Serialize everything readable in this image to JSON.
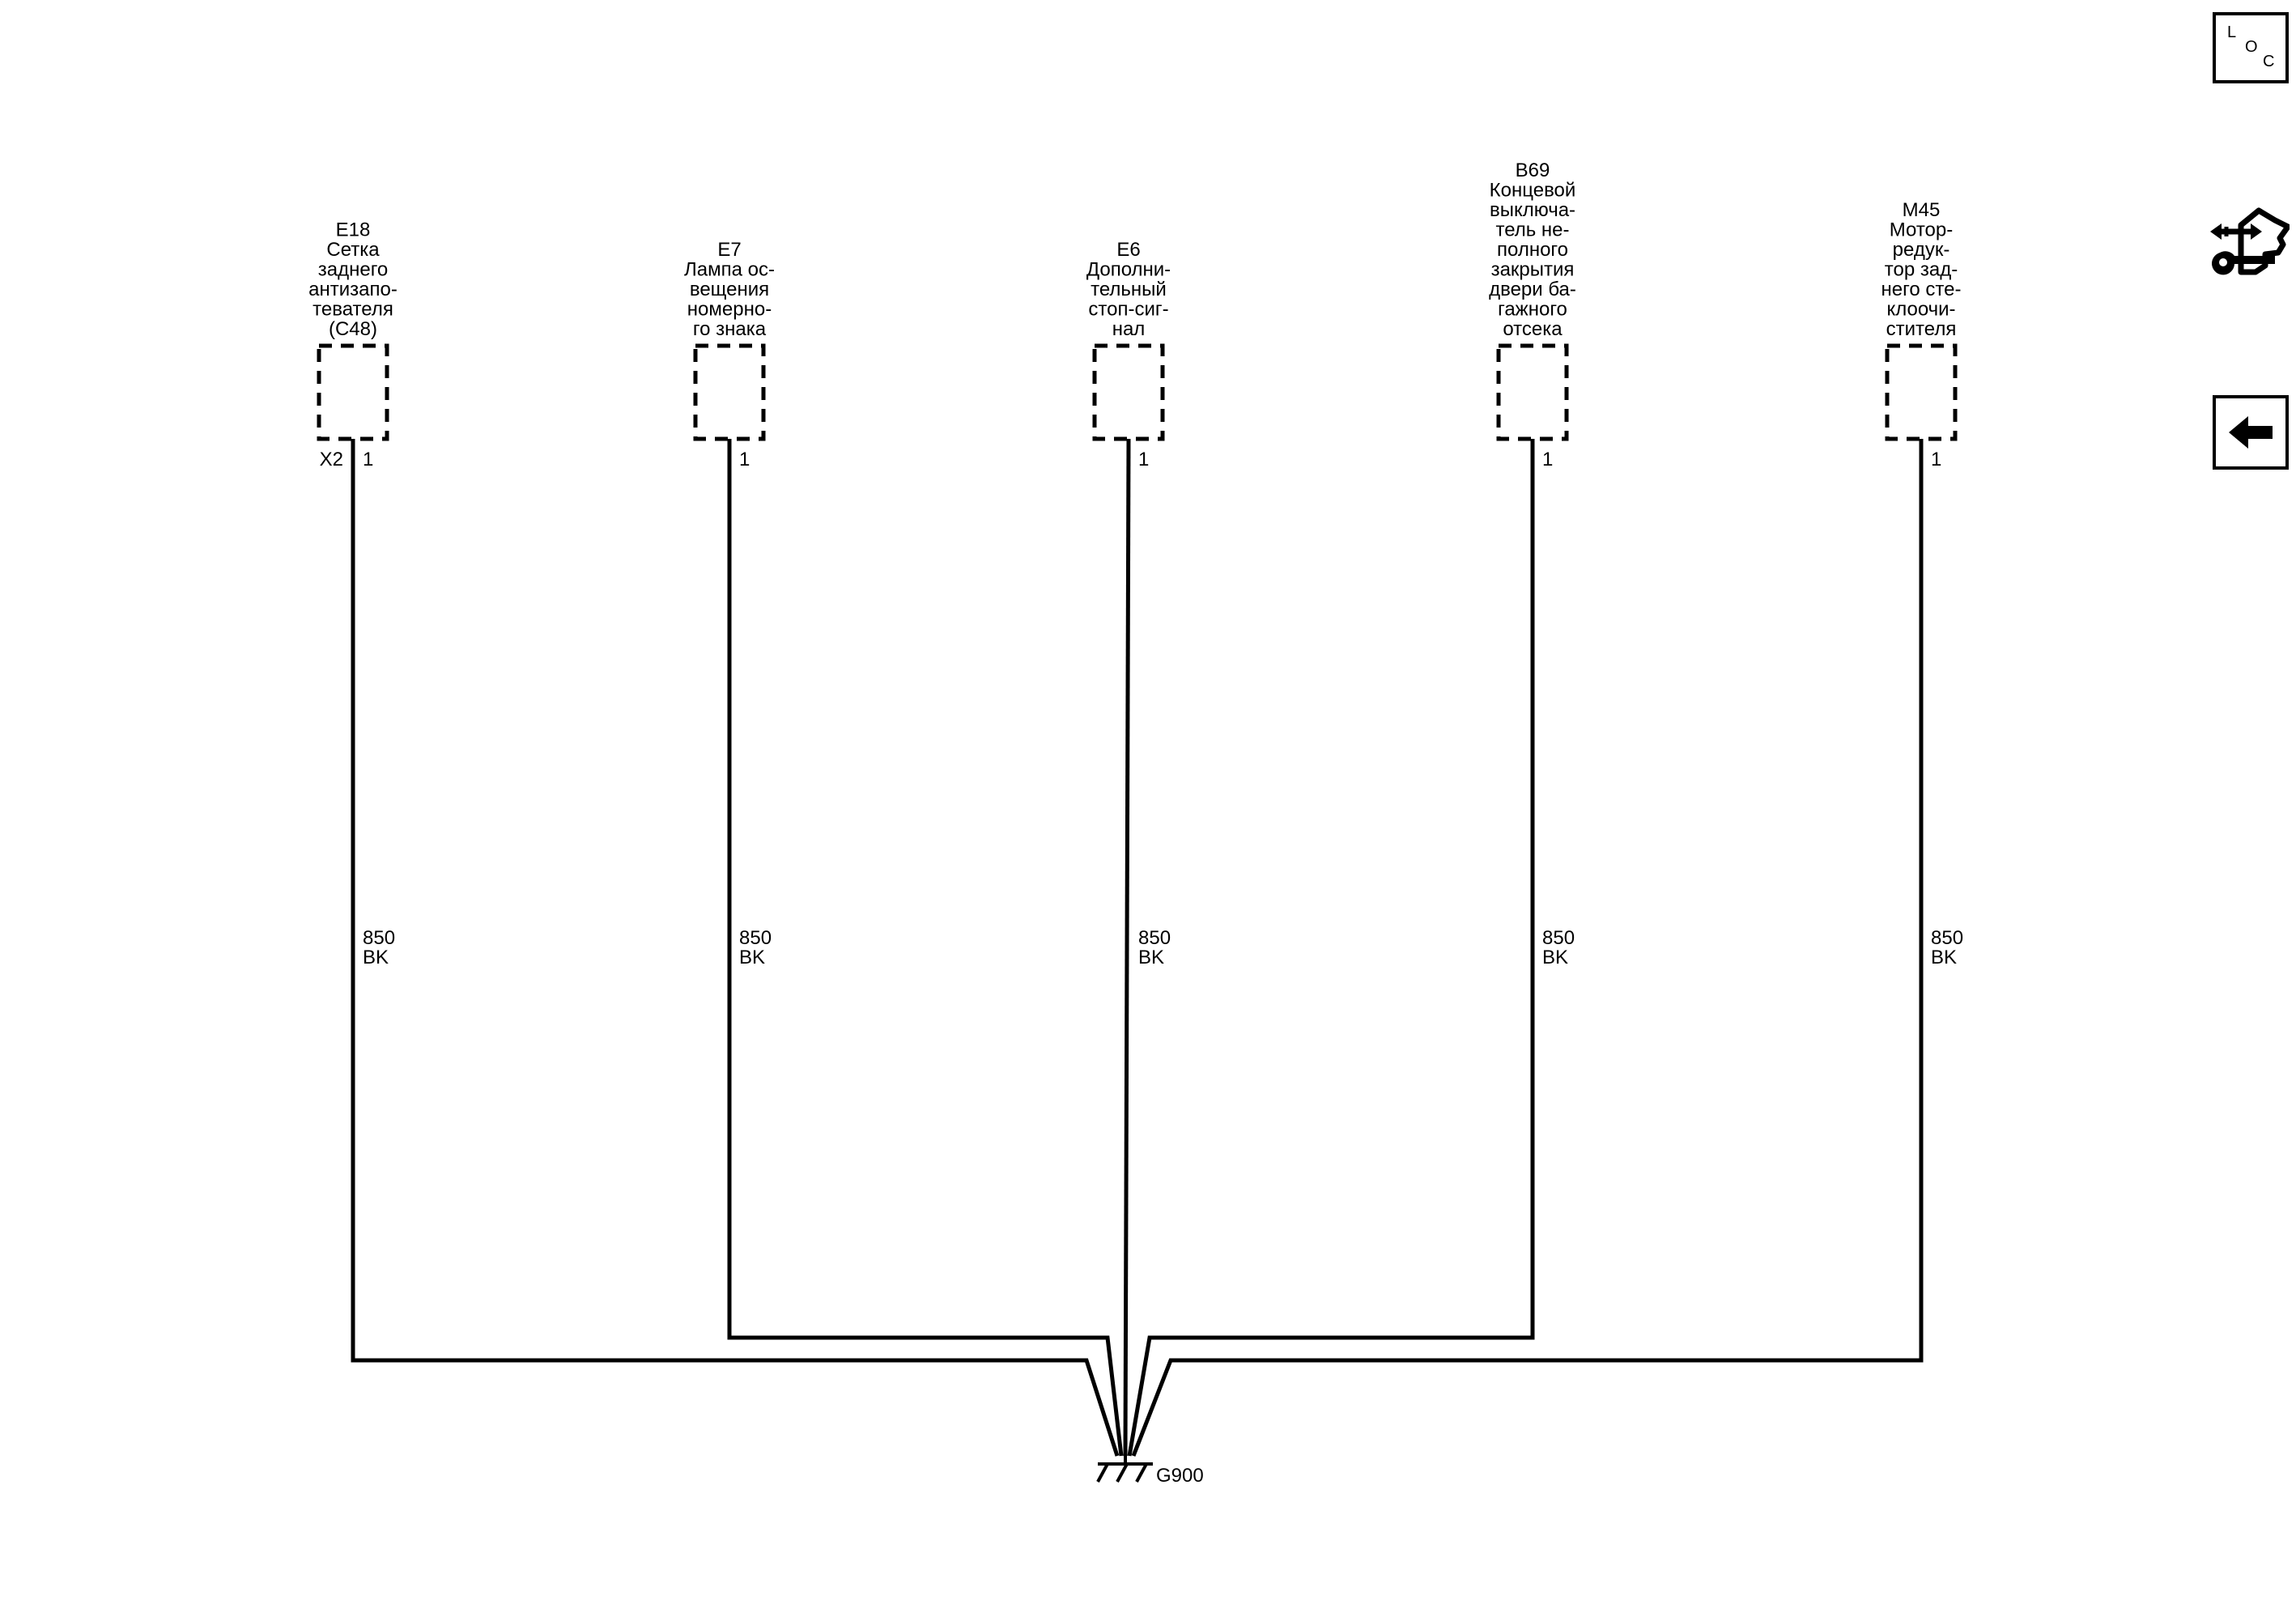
{
  "components": [
    {
      "ref": "E18",
      "lines": [
        "Сетка",
        "заднего",
        "антизапо-",
        "тевателя",
        "(С48)"
      ],
      "connector": "X2",
      "pin": "1",
      "circuit": "850",
      "color": "BK"
    },
    {
      "ref": "E7",
      "lines": [
        "Лампа ос-",
        "вещения",
        "номерно-",
        "го знака"
      ],
      "connector": "",
      "pin": "1",
      "circuit": "850",
      "color": "BK"
    },
    {
      "ref": "E6",
      "lines": [
        "Дополни-",
        "тельный",
        "стоп-сиг-",
        "нал"
      ],
      "connector": "",
      "pin": "1",
      "circuit": "850",
      "color": "BK"
    },
    {
      "ref": "B69",
      "lines": [
        "Концевой",
        "выключа-",
        "тель не-",
        "полного",
        "закрытия",
        "двери ба-",
        "гажного",
        "отсека"
      ],
      "connector": "",
      "pin": "1",
      "circuit": "850",
      "color": "BK"
    },
    {
      "ref": "M45",
      "lines": [
        "Мотор-",
        "редук-",
        "тор зад-",
        "него сте-",
        "клоочи-",
        "стителя"
      ],
      "connector": "",
      "pin": "1",
      "circuit": "850",
      "color": "BK"
    }
  ],
  "ground": {
    "label": "G900"
  },
  "nav": {
    "loc": {
      "letters": [
        "L",
        "O",
        "C"
      ],
      "icon": "location-icon"
    },
    "connector_view": {
      "icon": "connector-wrench-icon"
    },
    "back": {
      "icon": "back-arrow-icon"
    }
  }
}
